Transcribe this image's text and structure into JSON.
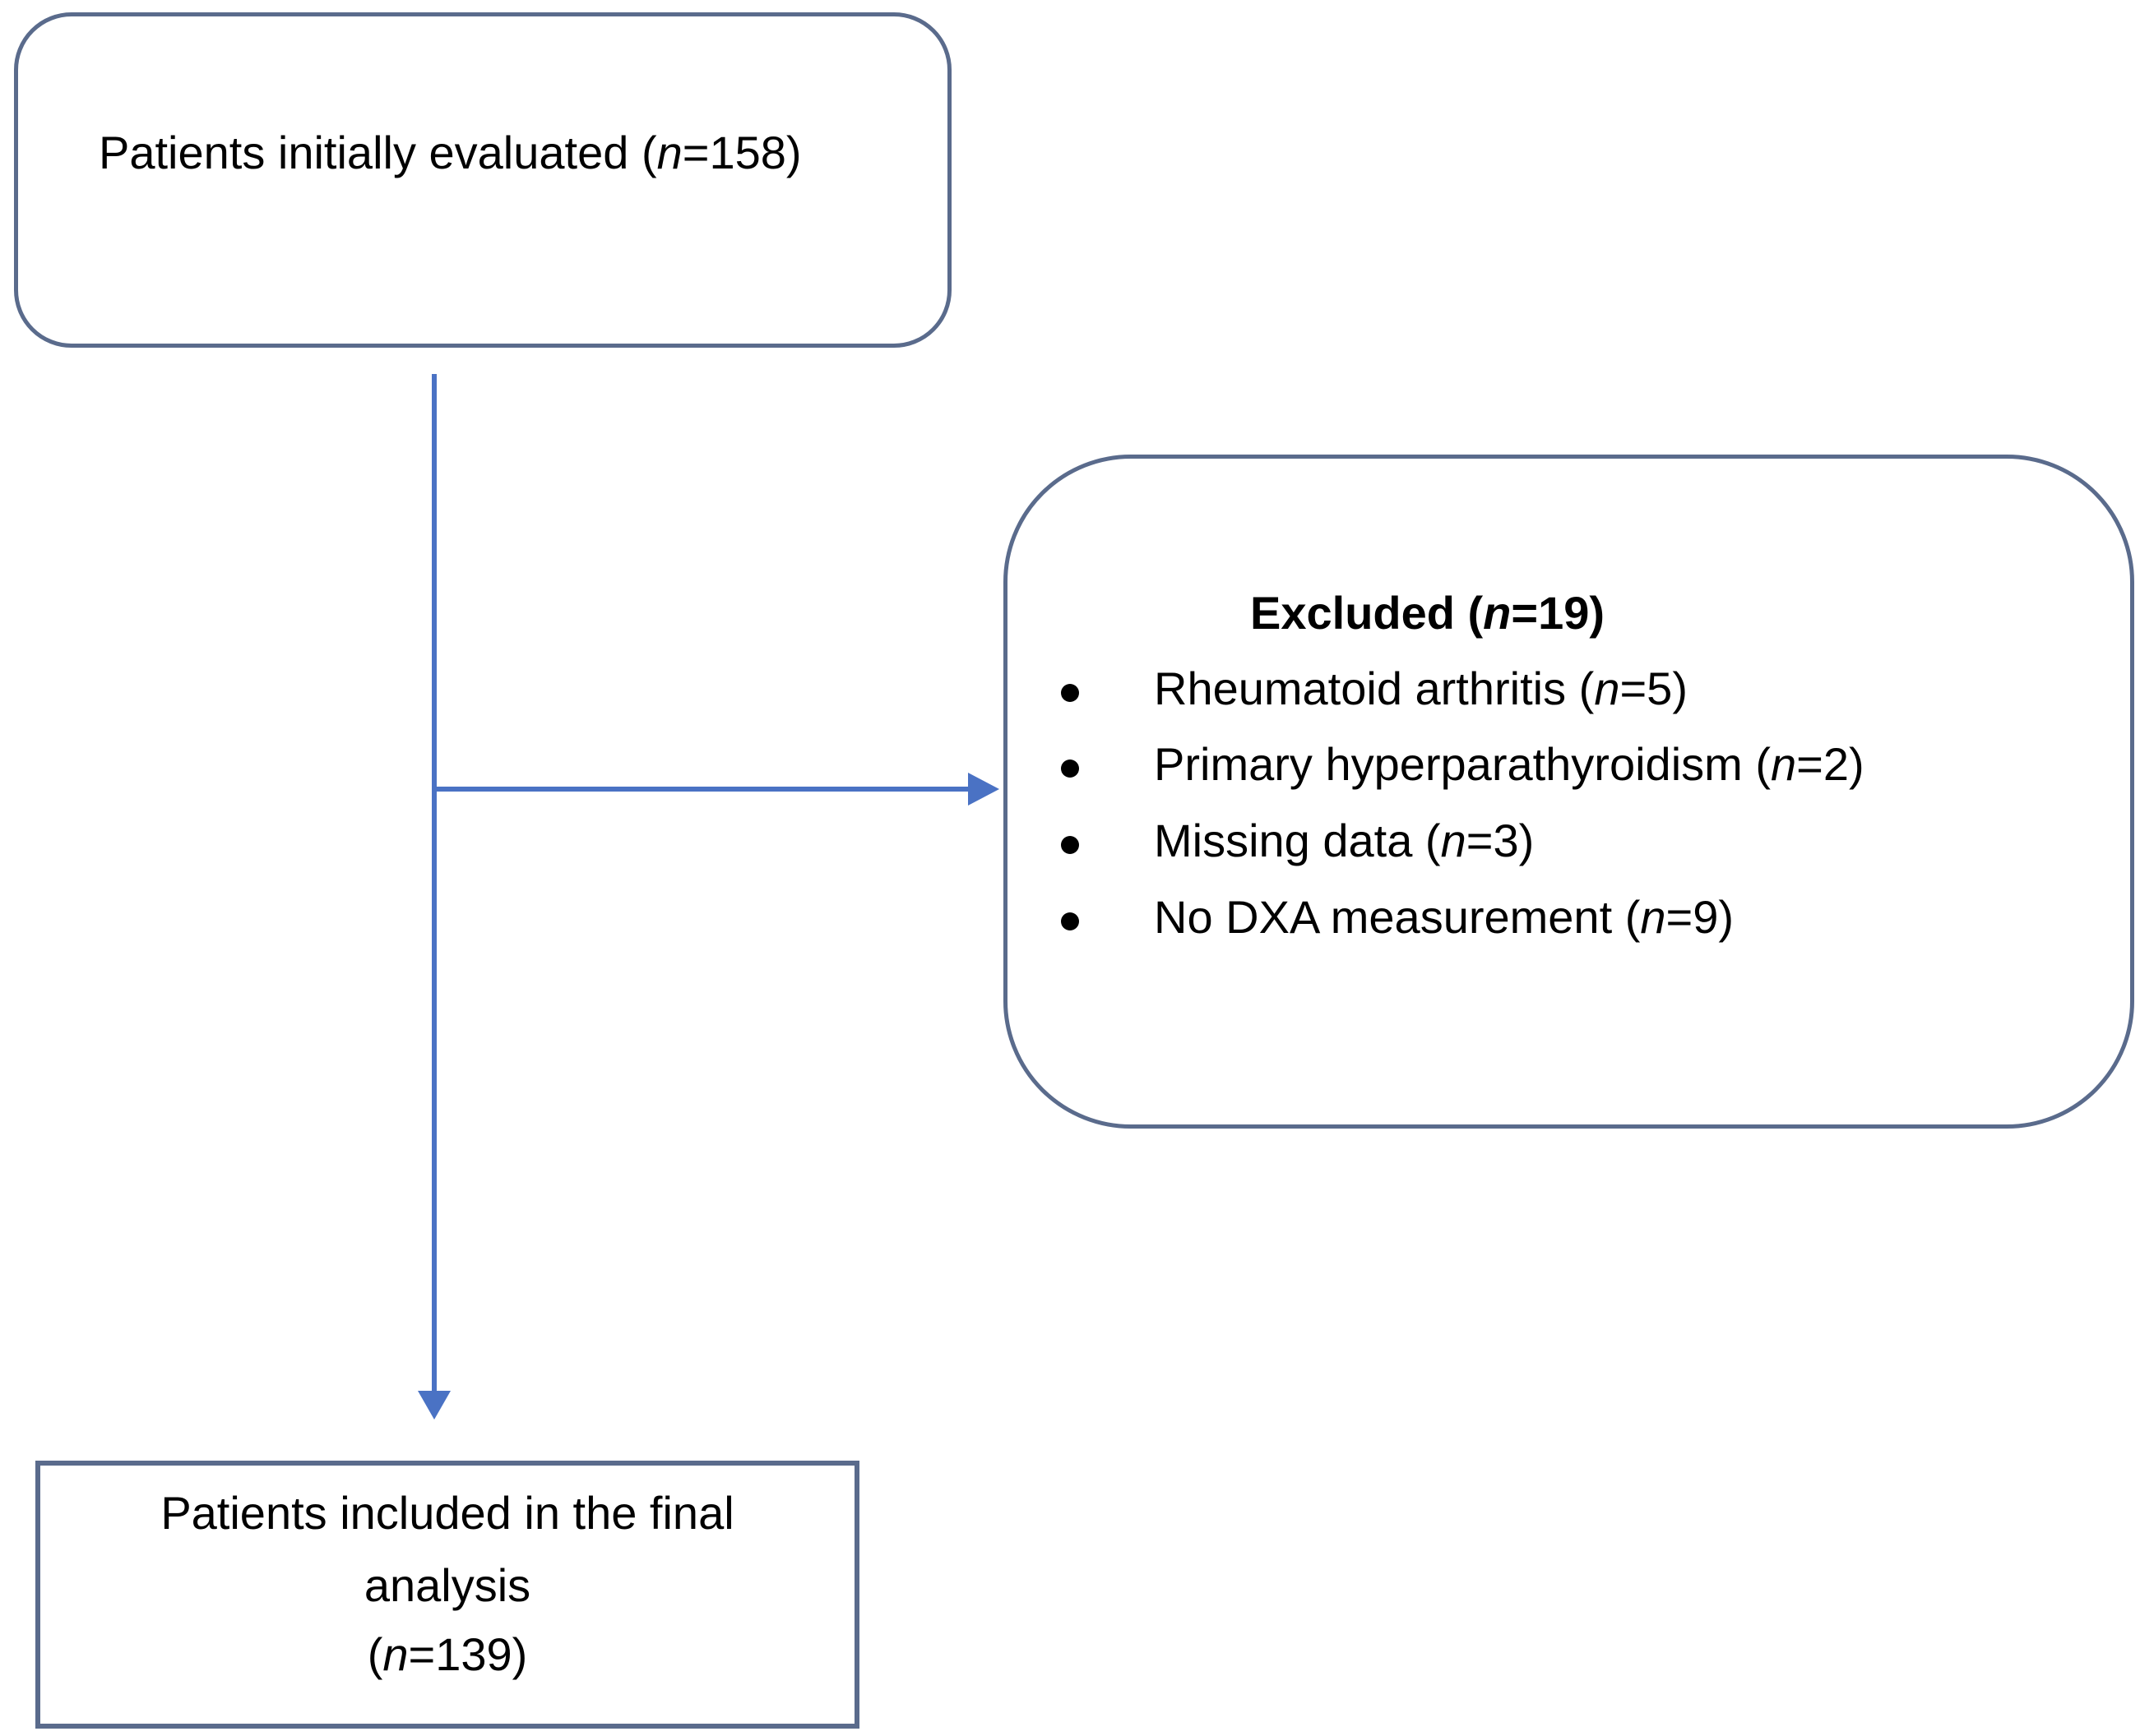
{
  "boxes": {
    "initial": {
      "text_before": "Patients initially evaluated (",
      "n_symbol": "n",
      "text_after": "=158)"
    },
    "excluded": {
      "title_before": "Excluded (",
      "title_n_symbol": "n",
      "title_after": "=19)",
      "reasons": [
        {
          "label": "Rheumatoid arthritis (",
          "n_symbol": "n",
          "count": "=5)"
        },
        {
          "label": "Primary hyperparathyroidism (",
          "n_symbol": "n",
          "count": "=2)"
        },
        {
          "label": "Missing data (",
          "n_symbol": "n",
          "count": "=3)"
        },
        {
          "label": "No DXA measurement (",
          "n_symbol": "n",
          "count": "=9)"
        }
      ]
    },
    "final": {
      "line1": "Patients included in the final",
      "line2": "analysis",
      "line3_before": "(",
      "n_symbol": "n",
      "line3_after": "=139)"
    }
  },
  "colors": {
    "border": "#5a6b8c",
    "arrow": "#4a72c4",
    "text": "#000000"
  }
}
